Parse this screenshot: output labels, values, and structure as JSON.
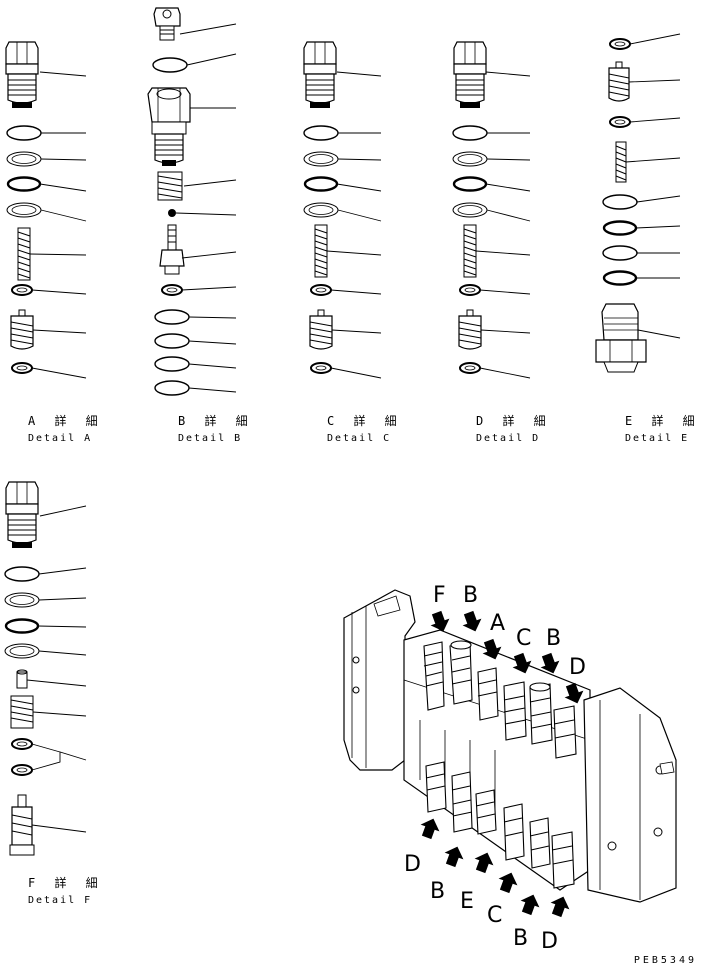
{
  "details": [
    {
      "id": "A",
      "jp": "A 詳 細",
      "en": "Detail A"
    },
    {
      "id": "B",
      "jp": "B 詳 細",
      "en": "Detail B"
    },
    {
      "id": "C",
      "jp": "C 詳 細",
      "en": "Detail C"
    },
    {
      "id": "D",
      "jp": "D 詳 細",
      "en": "Detail D"
    },
    {
      "id": "E",
      "jp": "E 詳 細",
      "en": "Detail E"
    },
    {
      "id": "F",
      "jp": "F 詳 細",
      "en": "Detail F"
    }
  ],
  "valve_labels": {
    "top": [
      "F",
      "B",
      "A",
      "C",
      "B",
      "D"
    ],
    "bottom": [
      "D",
      "B",
      "E",
      "C",
      "B",
      "D"
    ]
  },
  "drawing_code": "PEB5349"
}
